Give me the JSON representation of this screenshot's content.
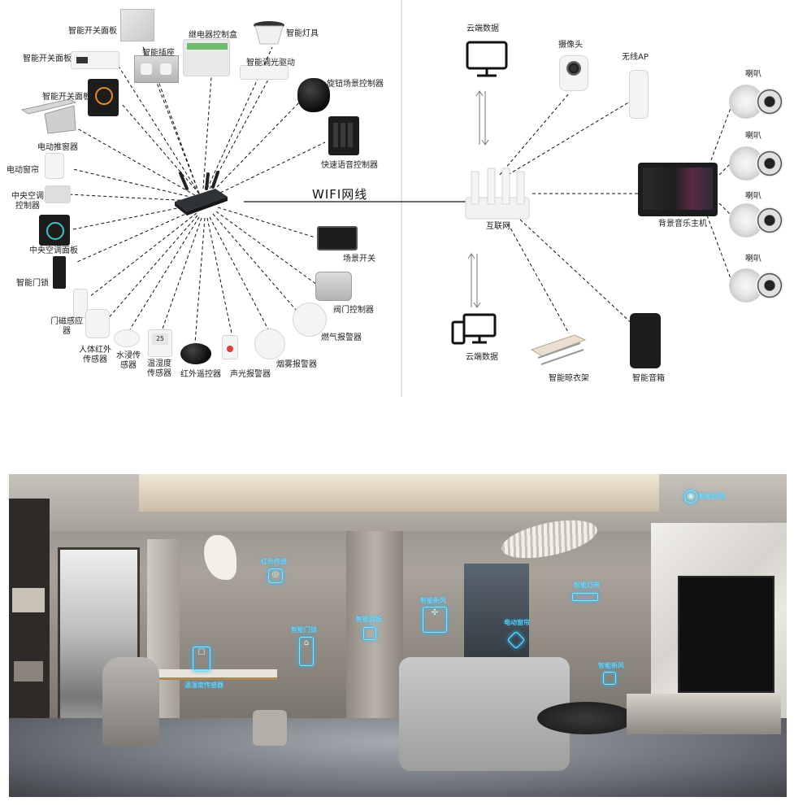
{
  "left_group": {
    "devices": [
      {
        "id": "switch1",
        "label": "智能开关面板"
      },
      {
        "id": "switch2",
        "label": "智能开关面板"
      },
      {
        "id": "socket",
        "label": "智能插座"
      },
      {
        "id": "relay",
        "label": "继电器控制盒"
      },
      {
        "id": "lamp",
        "label": "智能灯具"
      },
      {
        "id": "dimmer",
        "label": "智能调光驱动"
      },
      {
        "id": "switch3",
        "label": "智能开关面板"
      },
      {
        "id": "knob",
        "label": "旋钮场景控制器"
      },
      {
        "id": "window",
        "label": "电动推窗器"
      },
      {
        "id": "voice",
        "label": "快速语音控制器"
      },
      {
        "id": "curtain",
        "label": "电动窗帘"
      },
      {
        "id": "ac_ctrl",
        "label": "中央空调控制器"
      },
      {
        "id": "ac_panel",
        "label": "中央空调面板"
      },
      {
        "id": "scene",
        "label": "场景开关"
      },
      {
        "id": "lock",
        "label": "智能门锁"
      },
      {
        "id": "valve",
        "label": "阀门控制器"
      },
      {
        "id": "door",
        "label": "门磁感应器"
      },
      {
        "id": "gas",
        "label": "燃气报警器"
      },
      {
        "id": "pir",
        "label": "人体红外传感器"
      },
      {
        "id": "water",
        "label": "水浸传感器"
      },
      {
        "id": "temp",
        "label": "温湿度传感器"
      },
      {
        "id": "ir",
        "label": "红外遥控器"
      },
      {
        "id": "siren",
        "label": "声光报警器"
      },
      {
        "id": "smoke",
        "label": "烟雾报警器"
      }
    ]
  },
  "link_label": "WIFI网线",
  "right_group": {
    "cloud_top": "云端数据",
    "camera": "摄像头",
    "ap": "无线AP",
    "router": "互联网",
    "cloud_bottom": "云端数据",
    "music_host": "背景音乐主机",
    "speakers": [
      "喇叭",
      "喇叭",
      "喇叭",
      "喇叭"
    ],
    "rack": "智能晾衣架",
    "speaker_box": "智能音箱"
  },
  "room_tags": {
    "ir": "红外传感",
    "light": "智能照明",
    "lock": "智能门锁",
    "panel": "智能面板",
    "fresh": "智能新风",
    "strip": "智能灯带",
    "curtain": "电动窗帘",
    "env": "温湿度传感器",
    "fresh2": "智能新风"
  },
  "colors": {
    "line": "#111111",
    "hud": "#6fe7ff"
  }
}
